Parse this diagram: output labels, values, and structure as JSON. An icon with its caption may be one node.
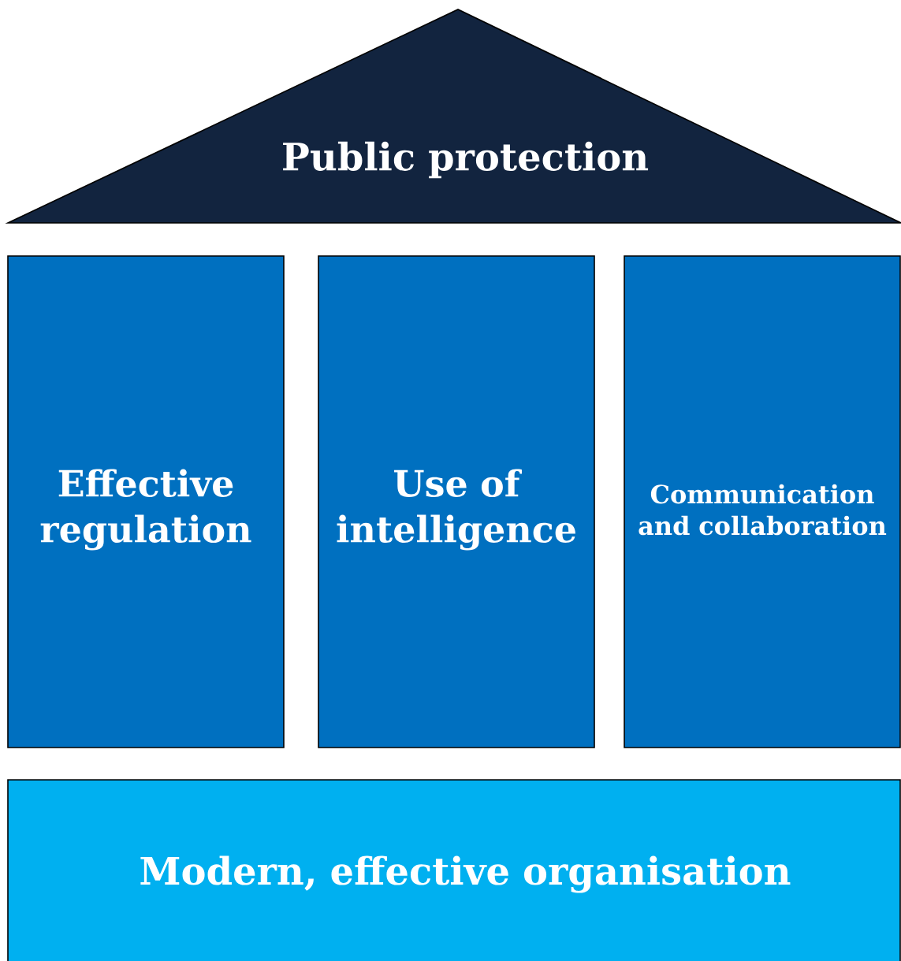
{
  "diagram": {
    "nodes": [
      {
        "text": [
          "Public protection"
        ]
      },
      {
        "text": [
          "Effective regulation"
        ]
      },
      {
        "text": [
          "Use of intelligence"
        ]
      },
      {
        "text": [
          "Communication and collaboration"
        ]
      },
      {
        "text": [
          "Modern, effective organisation"
        ]
      }
    ]
  }
}
